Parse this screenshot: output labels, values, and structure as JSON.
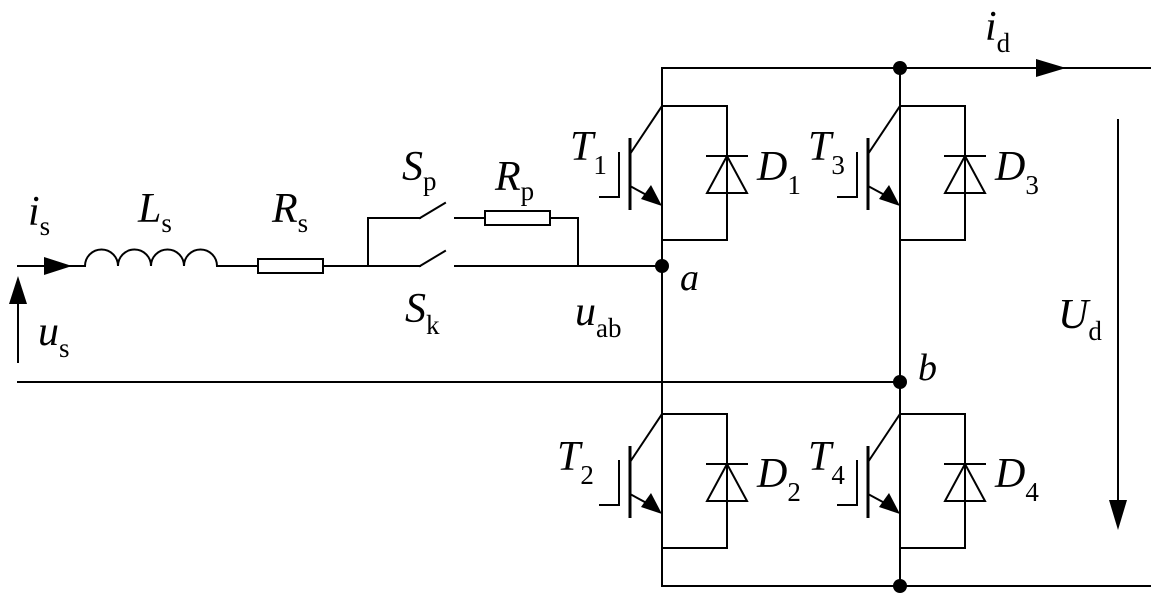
{
  "labels": {
    "i_s": {
      "main": "i",
      "sub": "s"
    },
    "u_s": {
      "main": "u",
      "sub": "s"
    },
    "L_s": {
      "main": "L",
      "sub": "s"
    },
    "R_s": {
      "main": "R",
      "sub": "s"
    },
    "S_p": {
      "main": "S",
      "sub": "p"
    },
    "R_p": {
      "main": "R",
      "sub": "p"
    },
    "S_k": {
      "main": "S",
      "sub": "k"
    },
    "u_ab": {
      "main": "u",
      "sub": "ab"
    },
    "T1": {
      "main": "T",
      "sub": "1"
    },
    "T2": {
      "main": "T",
      "sub": "2"
    },
    "T3": {
      "main": "T",
      "sub": "3"
    },
    "T4": {
      "main": "T",
      "sub": "4"
    },
    "D1": {
      "main": "D",
      "sub": "1"
    },
    "D2": {
      "main": "D",
      "sub": "2"
    },
    "D3": {
      "main": "D",
      "sub": "3"
    },
    "D4": {
      "main": "D",
      "sub": "4"
    },
    "i_d": {
      "main": "i",
      "sub": "d"
    },
    "U_d": {
      "main": "U",
      "sub": "d"
    },
    "node_a": "a",
    "node_b": "b"
  }
}
